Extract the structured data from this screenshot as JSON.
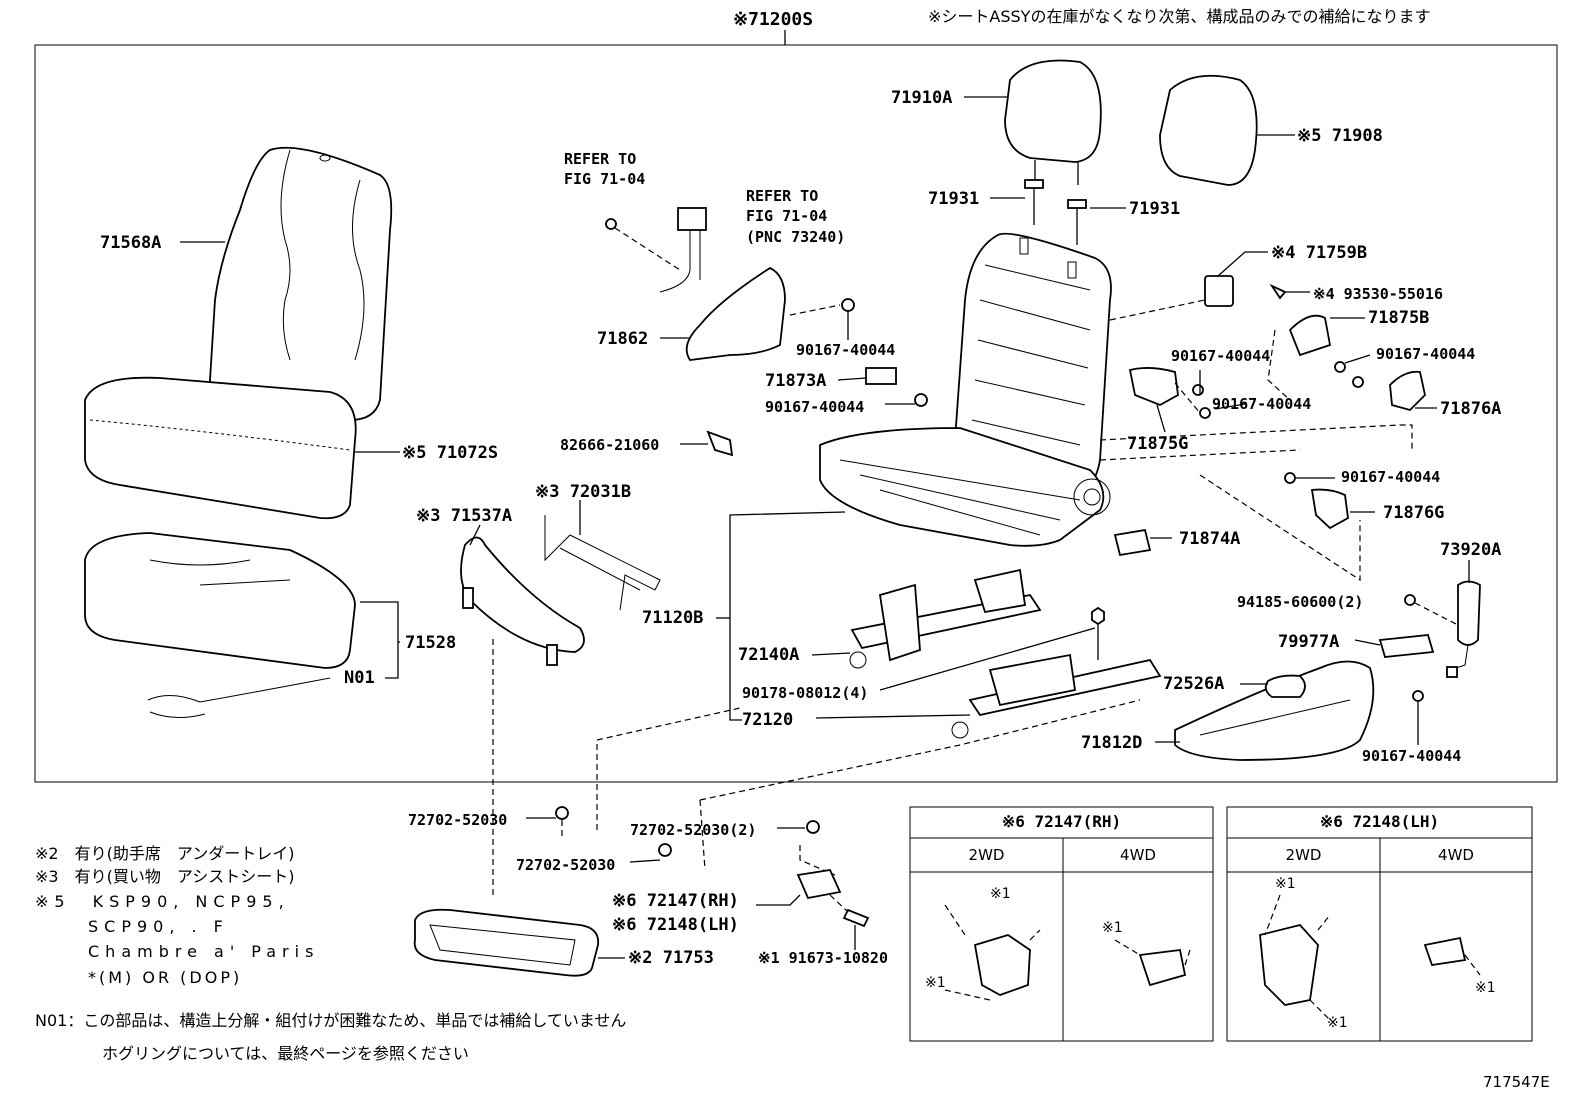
{
  "header": {
    "assy_label": "※71200S",
    "notice": "※シートASSYの在庫がなくなり次第、構成品のみでの補給になります"
  },
  "parts": {
    "p71568A": "71568A",
    "p71072S": "※5 71072S",
    "p71528": "71528",
    "pN01": "N01",
    "p71537A": "※3 71537A",
    "p72031B": "※3 72031B",
    "p71120B": "71120B",
    "p72140A": "72140A",
    "p90178": "90178-08012(4)",
    "p72120": "72120",
    "p71862": "71862",
    "p90167_a": "90167-40044",
    "p71873A": "71873A",
    "p90167_b": "90167-40044",
    "p82666": "82666-21060",
    "p71910A": "71910A",
    "p71931_l": "71931",
    "p71931_r": "71931",
    "p71908": "※5 71908",
    "p71759B": "※4 71759B",
    "p93530": "※4 93530-55016",
    "p71875B": "71875B",
    "p90167_c": "90167-40044",
    "p90167_d": "90167-40044",
    "p90167_e": "90167-40044",
    "p71876A": "71876A",
    "p71875G": "71875G",
    "p90167_f": "90167-40044",
    "p71876G": "71876G",
    "p71874A": "71874A",
    "p73920A": "73920A",
    "p94185": "94185-60600(2)",
    "p79977A": "79977A",
    "p72526A": "72526A",
    "p71812D": "71812D",
    "p90167_g": "90167-40044",
    "p72702_a": "72702-52030",
    "p72702_b": "72702-52030",
    "p72702_c": "72702-52030(2)",
    "p72147": "※6 72147(RH)",
    "p72148": "※6 72148(LH)",
    "p91673": "※1 91673-10820",
    "p71753": "※2 71753"
  },
  "refs": {
    "ref1_line1": "REFER TO",
    "ref1_line2": "FIG 71-04",
    "ref2_line1": "REFER TO",
    "ref2_line2": "FIG 71-04",
    "ref2_line3": "(PNC 73240)"
  },
  "footnotes": {
    "n2": "※2　有り(助手席　アンダートレイ)",
    "n3": "※3　有り(買い物　アシストシート)",
    "n5_line1": "※5　KSP90, NCP95,",
    "n5_line2": "SCP90, . F",
    "n5_line3": "Chambre a' Paris",
    "n5_line4": "*(M)  OR  (DOP)",
    "n01": "N01：この部品は、構造上分解・組付けが困難なため、単品では補給していません",
    "hog": "ホグリングについては、最終ページを参照ください"
  },
  "tables": {
    "rh_title": "※6 72147(RH)",
    "lh_title": "※6 72148(LH)",
    "col_2wd": "2WD",
    "col_4wd": "4WD",
    "star1": "※1"
  },
  "figure_number": "717547E"
}
